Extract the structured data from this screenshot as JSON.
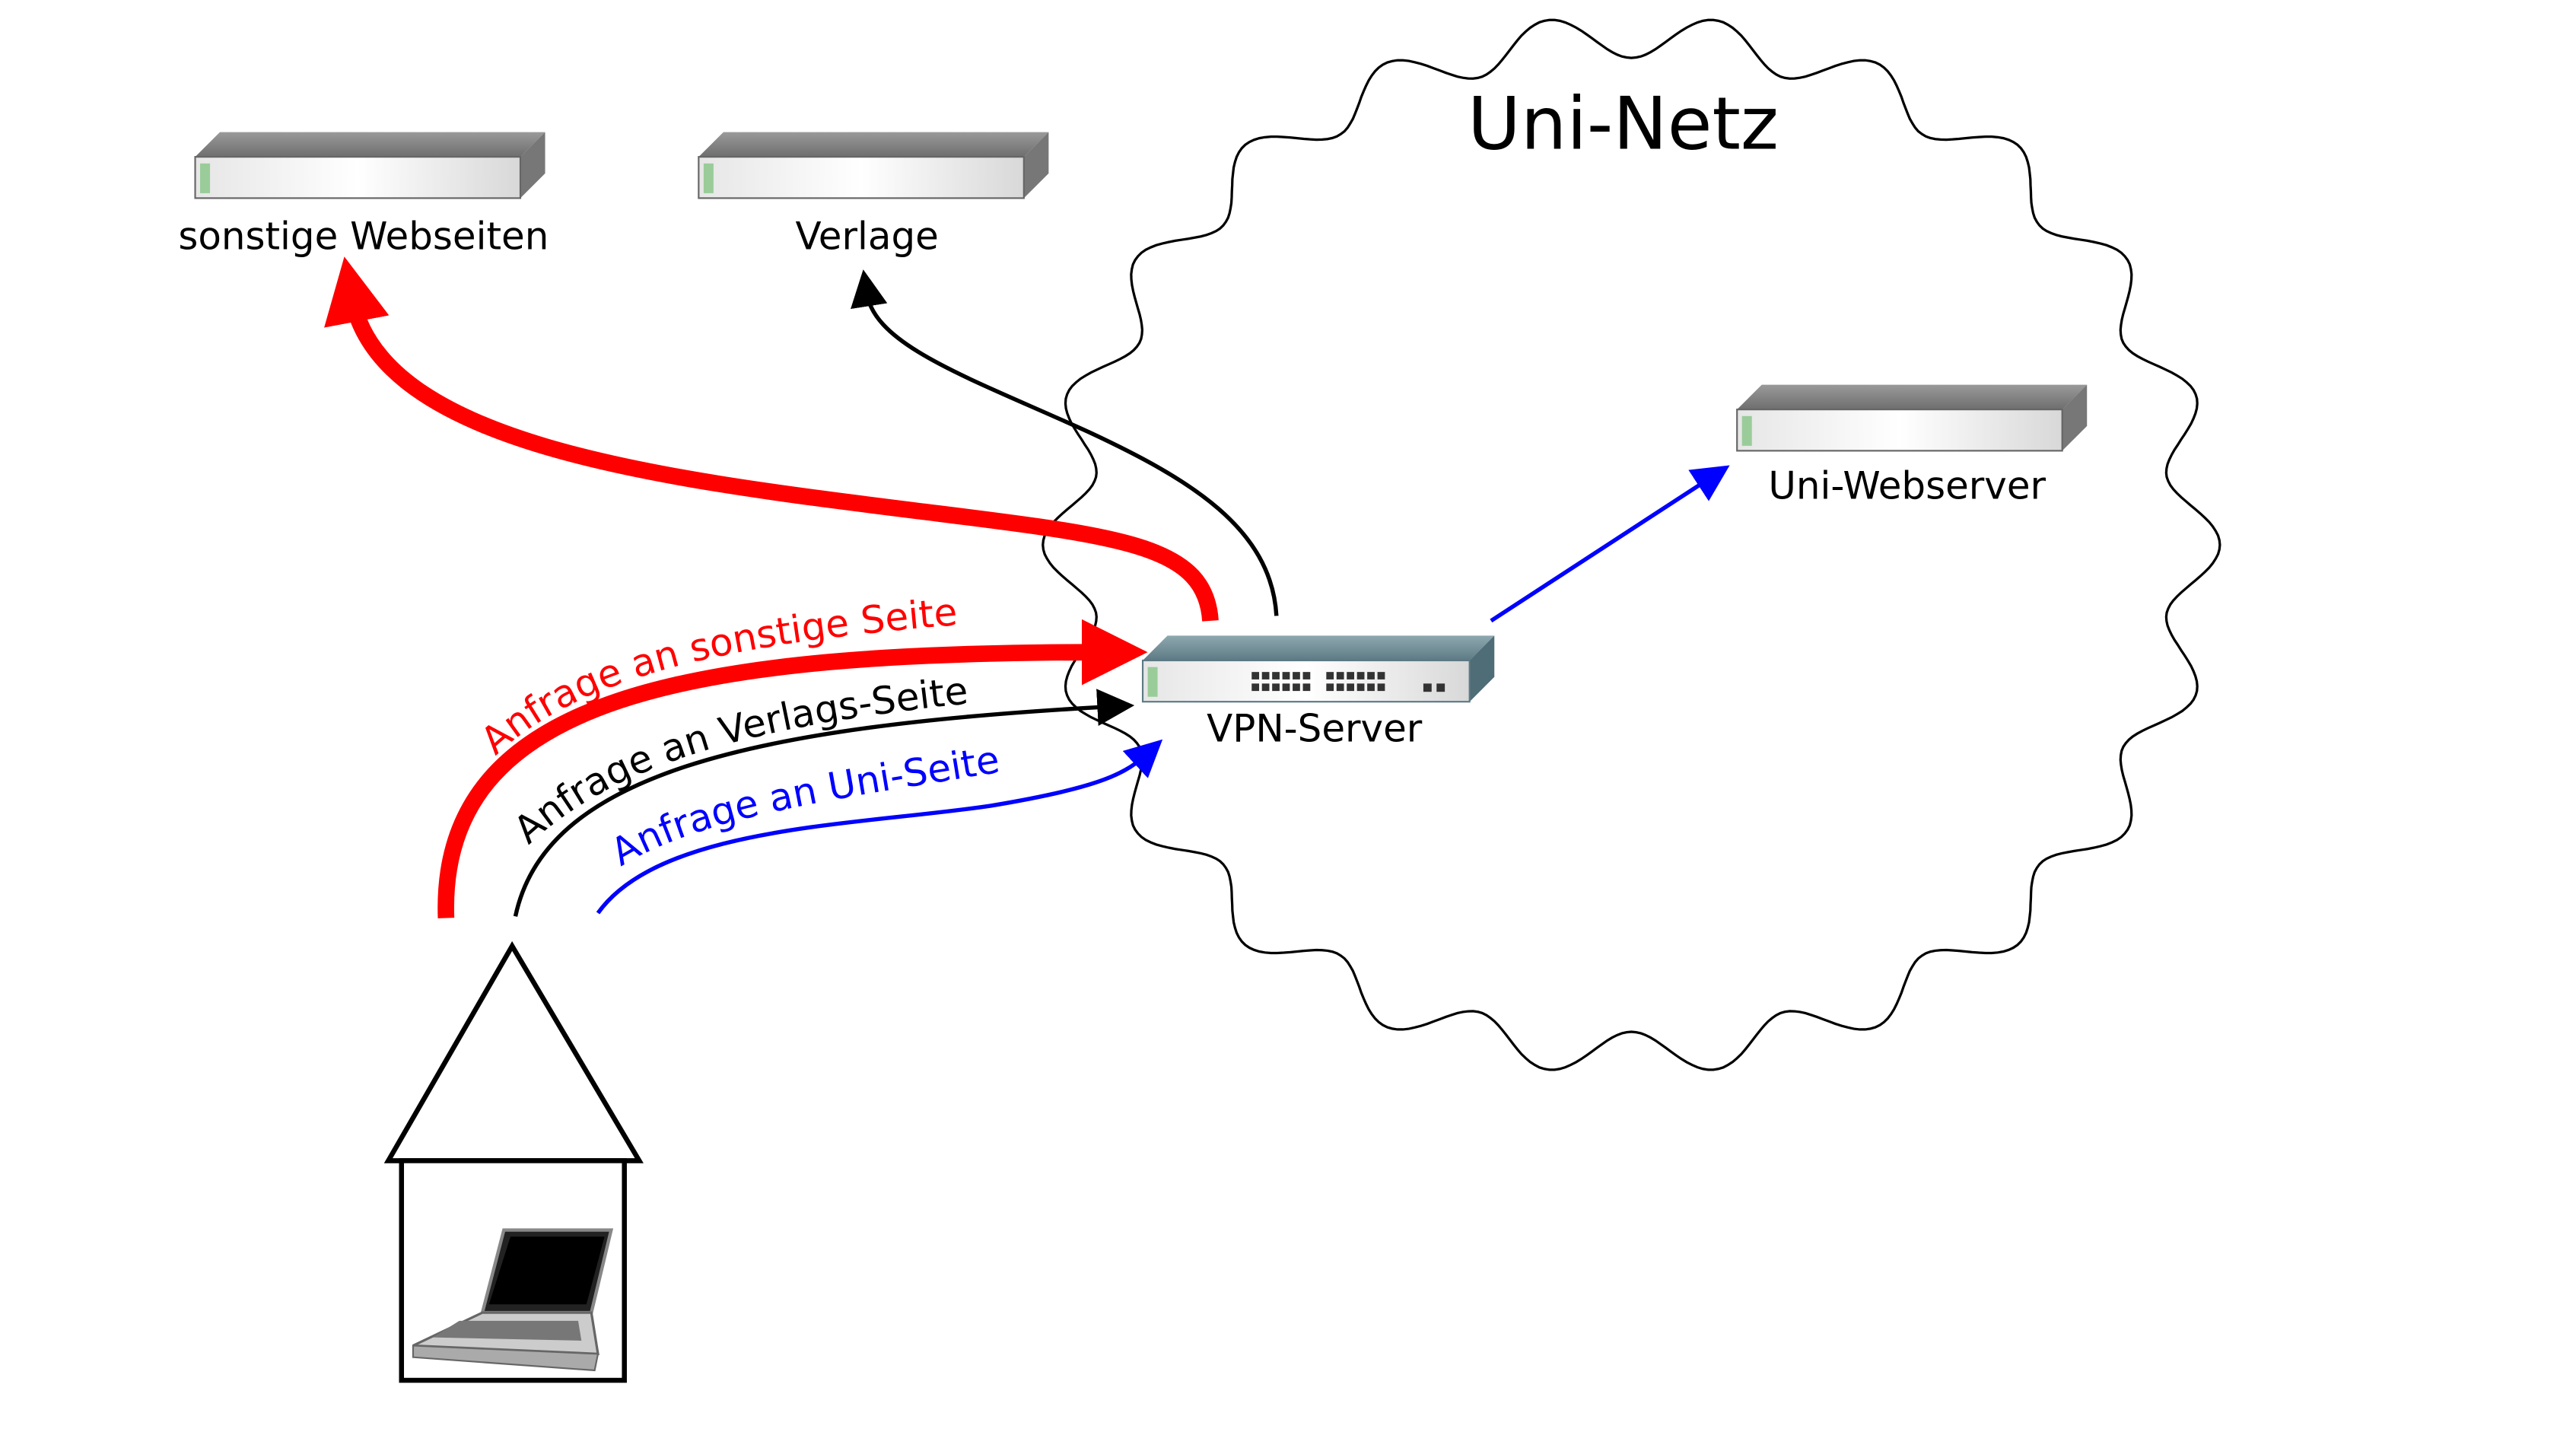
{
  "network": {
    "title": "Uni-Netz"
  },
  "nodes": {
    "other_sites": "sonstige Webseiten",
    "publishers": "Verlage",
    "uni_webserver": "Uni-Webserver",
    "vpn_server": "VPN-Server"
  },
  "requests": {
    "other": "Anfrage an sonstige Seite",
    "publisher": "Anfrage an Verlags-Seite",
    "uni": "Anfrage an Uni-Seite"
  },
  "colors": {
    "other": "#ff0000",
    "publisher": "#000000",
    "uni": "#0000ff"
  }
}
